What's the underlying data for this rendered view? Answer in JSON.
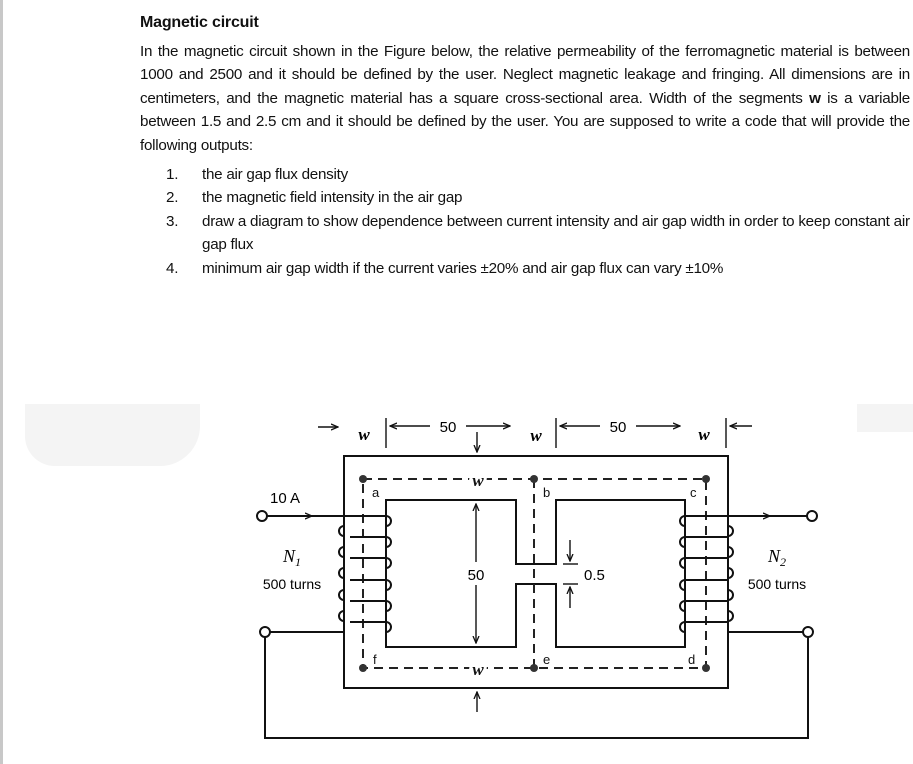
{
  "document": {
    "title": "Magnetic circuit",
    "paragraph_part1": "In the magnetic circuit shown in the Figure below, the relative permeability of the ferromagnetic material is between 1000 and 2500 and it should be defined by the user. Neglect magnetic leakage and fringing. All dimensions are in centimeters, and the magnetic material has a square cross-sectional area. Width of the segments ",
    "paragraph_bold": "w",
    "paragraph_part2": " is a variable between 1.5 and 2.5 cm and it should be defined by the user. You are supposed to write a code that will provide the following outputs:",
    "outputs": [
      {
        "num": "1.",
        "text": "the air gap flux density"
      },
      {
        "num": "2.",
        "text": "the magnetic field intensity in the air gap"
      },
      {
        "num": "3.",
        "text": "draw a diagram to show dependence between current intensity and air gap width in order to keep constant air gap flux"
      },
      {
        "num": "4.",
        "text": "minimum air gap width if the current varies ±20% and air gap flux can vary  ±10%"
      }
    ]
  },
  "figure": {
    "dim_top_left": "50",
    "dim_top_right": "50",
    "dim_center_height": "50",
    "dim_air_gap": "0.5",
    "width_symbol": "w",
    "current_label": "10 A",
    "coil1_name": "N",
    "coil1_sub": "1",
    "coil1_turns": "500 turns",
    "coil2_name": "N",
    "coil2_sub": "2",
    "coil2_turns": "500 turns",
    "nodes": [
      "a",
      "b",
      "c",
      "d",
      "e",
      "f"
    ]
  }
}
